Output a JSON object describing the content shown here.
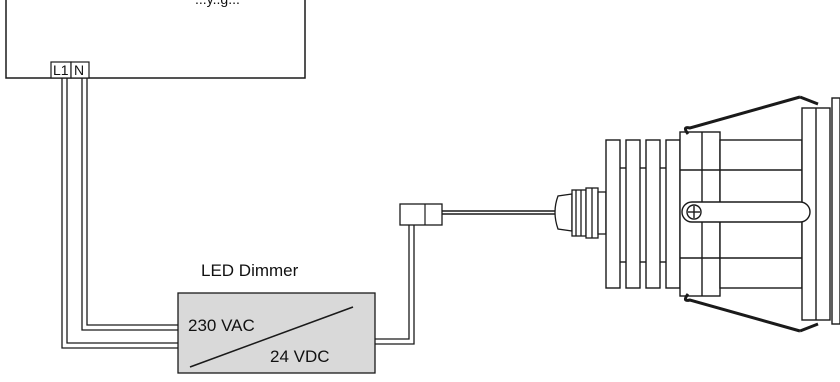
{
  "panel": {
    "partial_label": "...y..g...",
    "terminals": [
      "L1",
      "N"
    ]
  },
  "dimmer": {
    "title": "LED Dimmer",
    "input_label": "230 VAC",
    "output_label": "24 VDC"
  },
  "colors": {
    "line": "#1a1a1a",
    "dimmer_fill": "#d9d9d9",
    "light_fill": "#ffffff"
  }
}
